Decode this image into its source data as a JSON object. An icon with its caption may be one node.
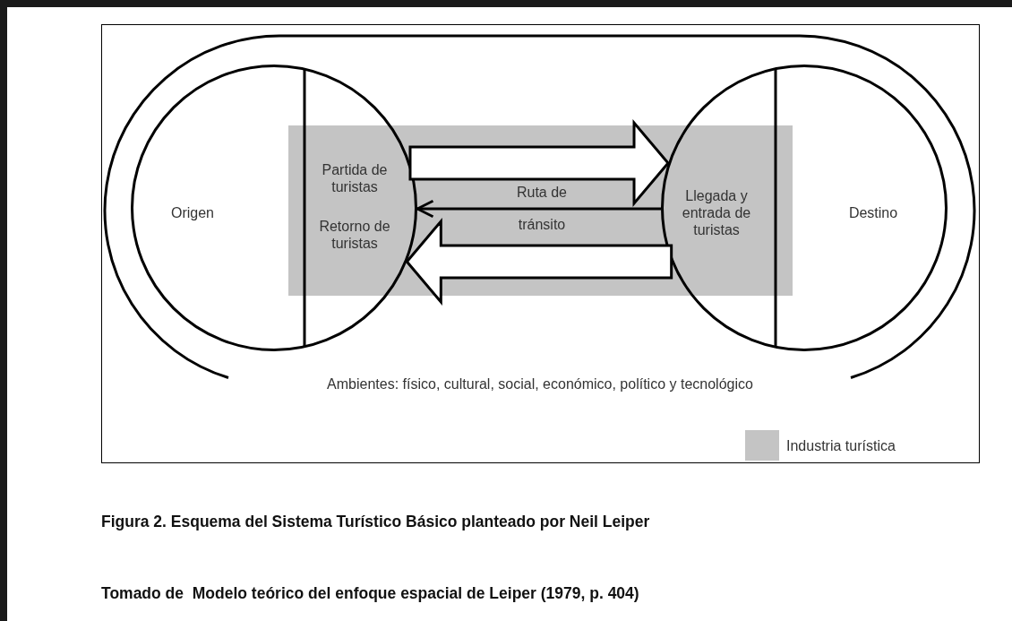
{
  "diagram": {
    "caption": "Figura 2. Esquema del Sistema Turístico Básico planteado por Neil Leiper",
    "nodes": [
      {
        "text": [
          "Ambientes: físico, cultural, social, económico, político y tecnológico"
        ]
      },
      {
        "text": [
          "Origen",
          "Partida de turistas",
          "Retorno de turistas"
        ],
        "in": 0
      },
      {
        "text": [
          "Ruta de tránsito"
        ],
        "in": 0
      },
      {
        "text": [
          "Llegada y entrada de turistas",
          "Destino"
        ],
        "in": 0
      }
    ],
    "edges": [
      {
        "from": 1,
        "to": 3,
        "arrow": "to",
        "style": "thick"
      },
      {
        "from": 3,
        "to": 1,
        "arrow": "to"
      },
      {
        "from": 3,
        "to": 1,
        "arrow": "to",
        "style": "thick"
      }
    ],
    "labels": [
      "Tomado de  Modelo teórico del enfoque espacial de Leiper (1979, p. 404)"
    ],
    "legend": [
      {
        "text": "Industria turística",
        "color": "#c4c4c4"
      }
    ]
  }
}
